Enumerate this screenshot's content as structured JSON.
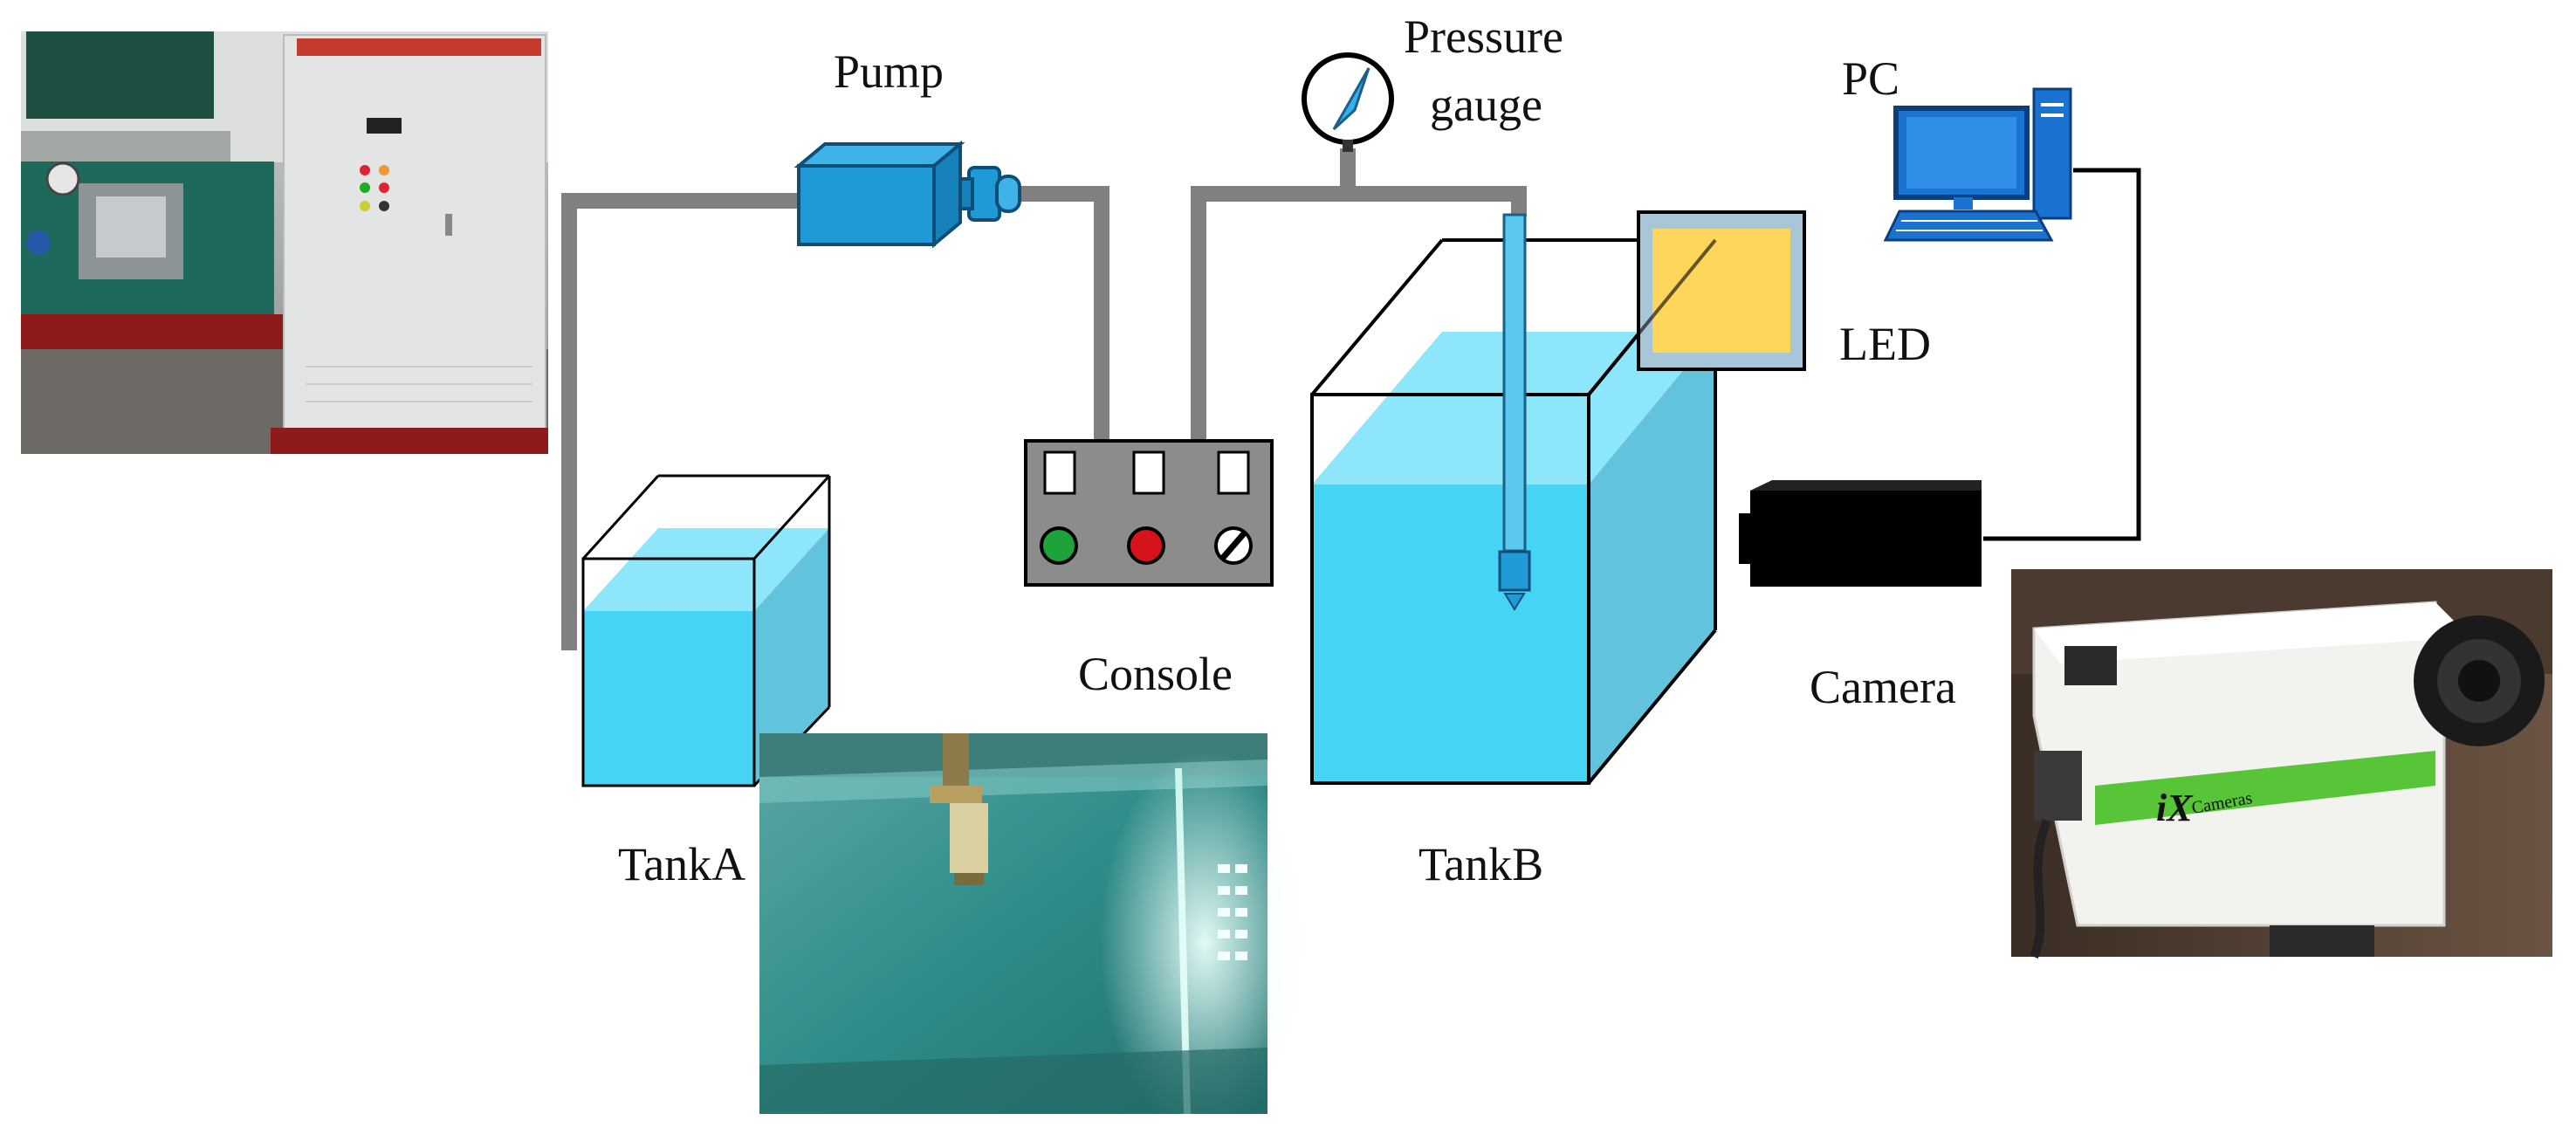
{
  "labels": {
    "pump": "Pump",
    "pressure_gauge_line1": "Pressure",
    "pressure_gauge_line2": "gauge",
    "pc": "PC",
    "led": "LED",
    "console": "Console",
    "camera": "Camera",
    "tank_a": "TankA",
    "tank_b": "TankB"
  },
  "photos": {
    "camera_brand_line1": "iX",
    "camera_brand_line2": "Cameras"
  },
  "colors": {
    "pipe": "#808080",
    "pump_body": "#1f9ad6",
    "water": "#45d4f5",
    "water_side": "#62c3dd",
    "water_top": "#8de6fa",
    "led_frame": "#a7c6d8",
    "led_panel": "#ffd65c",
    "console_body": "#8c8c8c",
    "button_green": "#1ea33a",
    "button_red": "#d6131b",
    "pc_blue": "#1a73d1",
    "camera_body": "#000000"
  }
}
